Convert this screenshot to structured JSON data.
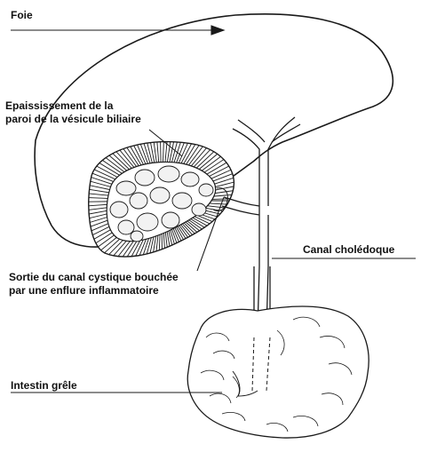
{
  "labels": {
    "liver": "Foie",
    "wall_line1": "Epaississement de la",
    "wall_line2": "paroi de la vésicule biliaire",
    "bile_duct": "Canal cholédoque",
    "cystic_line1": "Sortie du canal cystique bouchée",
    "cystic_line2": "par une enflure inflammatoire",
    "intestine": "Intestin grêle"
  },
  "colors": {
    "ink": "#1a1a1a",
    "background": "#ffffff",
    "stone_fill": "#e8e8e8"
  }
}
